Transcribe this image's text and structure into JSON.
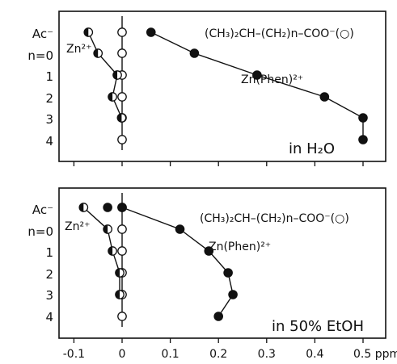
{
  "colors": {
    "ink": "#111111",
    "paper": "#ffffff"
  },
  "chart_data": [
    {
      "type": "scatter",
      "title": "",
      "xlabel": "",
      "ylabel": "",
      "xlim": [
        -0.13,
        0.55
      ],
      "categories": [
        "Ac⁻",
        "n=0",
        "1",
        "2",
        "3",
        "4"
      ],
      "formula": "(CH₃)₂CH–(CH₂)n–COO⁻(○)",
      "panel_label": "in H₂O",
      "series": [
        {
          "name": "Zn²⁺",
          "marker": "half-filled",
          "values": [
            -0.07,
            -0.05,
            -0.01,
            -0.02,
            -0.001,
            null
          ]
        },
        {
          "name": "Zn(Phen)²⁺",
          "marker": "filled",
          "values": [
            0.06,
            0.15,
            0.28,
            0.42,
            0.5,
            0.5
          ]
        },
        {
          "name": "",
          "marker": "open",
          "values": [
            0,
            0,
            0,
            0,
            0,
            0
          ]
        }
      ]
    },
    {
      "type": "scatter",
      "title": "",
      "xlabel": "",
      "ylabel": "",
      "xlim": [
        -0.13,
        0.55
      ],
      "xticks": [
        "-0.1",
        "0",
        "0.1",
        "0.2",
        "0.3",
        "0.4",
        "0.5 ppm"
      ],
      "xtick_values": [
        -0.1,
        0,
        0.1,
        0.2,
        0.3,
        0.4,
        0.5
      ],
      "categories": [
        "Ac⁻",
        "n=0",
        "1",
        "2",
        "3",
        "4"
      ],
      "formula": "(CH₃)₂CH–(CH₂)n–COO⁻(○)",
      "panel_label": "in 50% EtOH",
      "series": [
        {
          "name": "Zn²⁺",
          "marker": "half-filled",
          "values": [
            -0.08,
            -0.03,
            -0.02,
            -0.005,
            -0.005,
            null
          ]
        },
        {
          "name": "",
          "marker": "filled",
          "values": [
            -0.03,
            null,
            null,
            null,
            null,
            null
          ]
        },
        {
          "name": "Zn(Phen)²⁺",
          "marker": "filled",
          "values": [
            0,
            0.12,
            0.18,
            0.22,
            0.23,
            0.2
          ]
        },
        {
          "name": "",
          "marker": "open",
          "values": [
            0,
            0,
            0,
            0,
            0,
            0
          ]
        }
      ]
    }
  ]
}
